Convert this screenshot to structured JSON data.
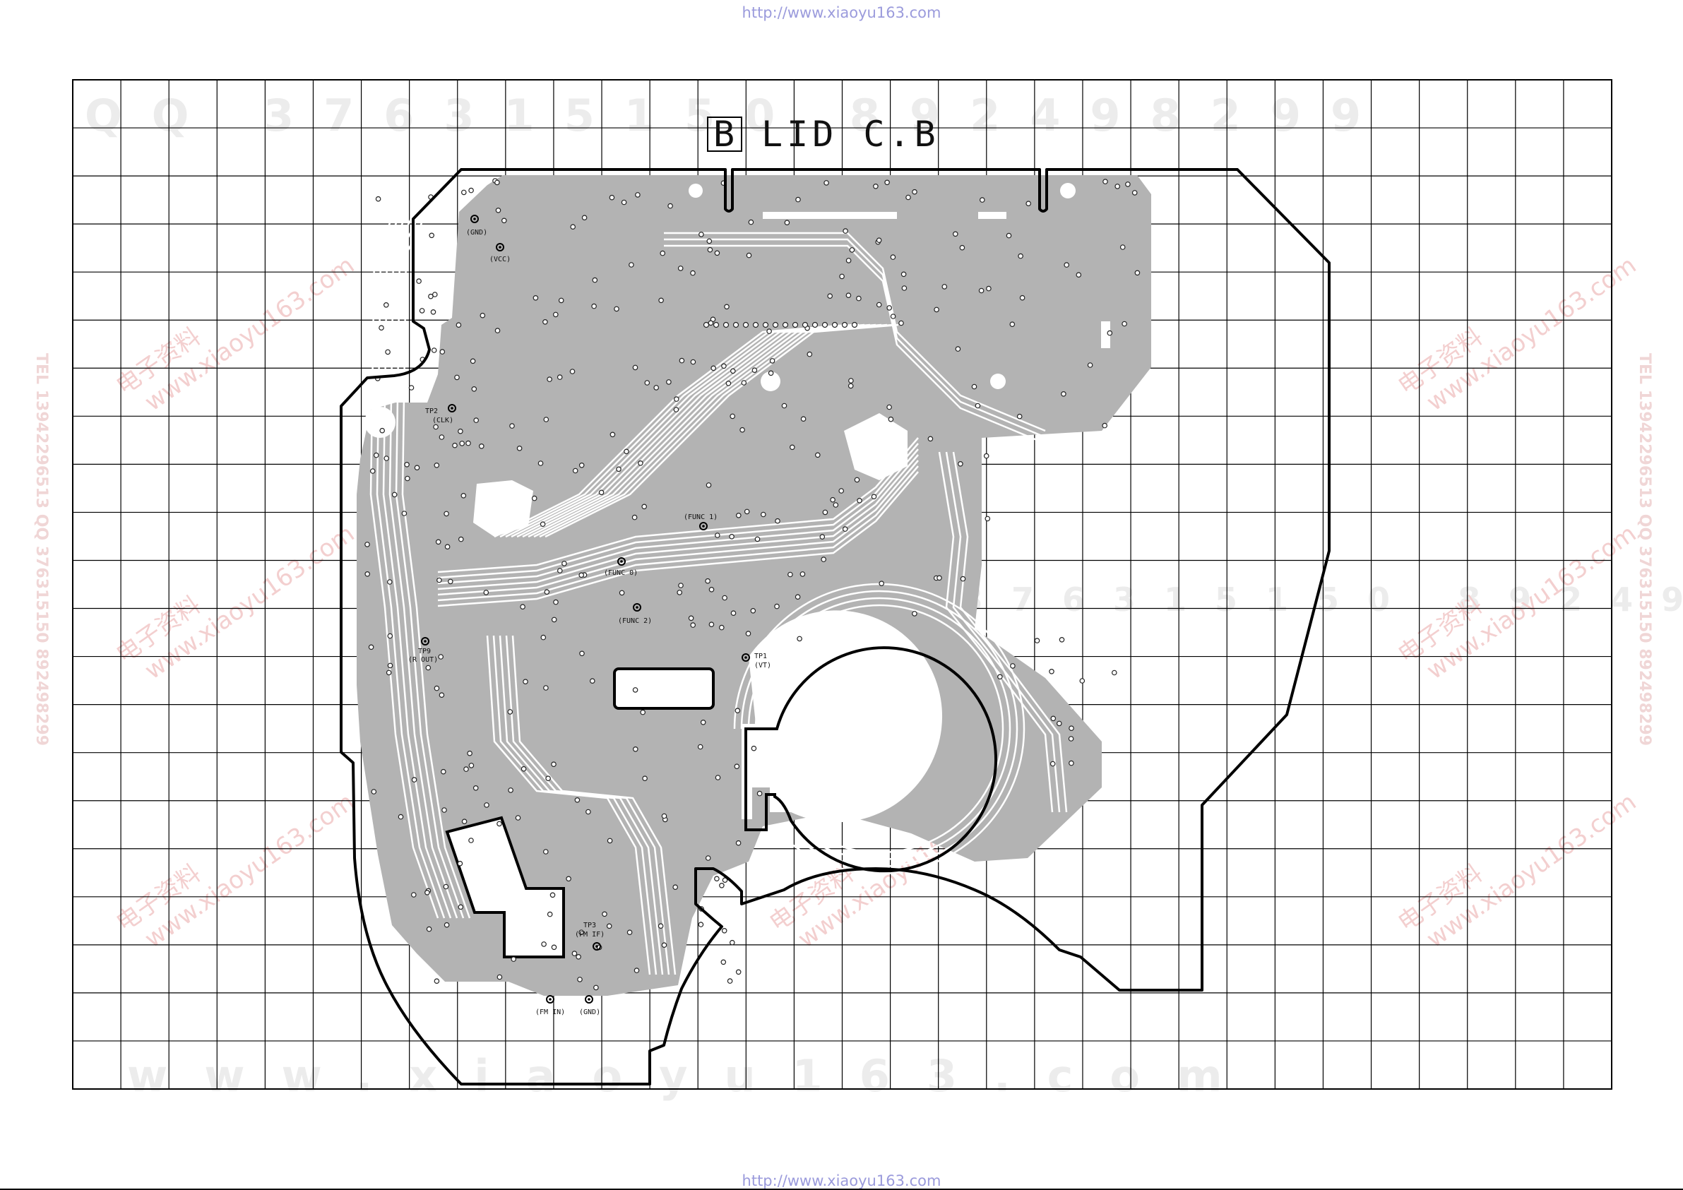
{
  "header": {
    "url": "http://www.xiaoyu163.com"
  },
  "footer": {
    "url": "http://www.xiaoyu163.com"
  },
  "title": {
    "letter": "B",
    "name": "LID C.B"
  },
  "test_points": [
    {
      "id": "gnd",
      "line1": "(GND)",
      "line2": ""
    },
    {
      "id": "vcc",
      "line1": "(VCC)",
      "line2": ""
    },
    {
      "id": "tp2",
      "line1": "TP2",
      "line2": "(CLK)"
    },
    {
      "id": "func1",
      "line1": "(FUNC 1)",
      "line2": ""
    },
    {
      "id": "func0",
      "line1": "(FUNC 0)",
      "line2": ""
    },
    {
      "id": "func2",
      "line1": "(FUNC 2)",
      "line2": ""
    },
    {
      "id": "tp9",
      "line1": "TP9",
      "line2": "(R OUT)"
    },
    {
      "id": "tp1",
      "line1": "TP1",
      "line2": "(VT)"
    },
    {
      "id": "tp3",
      "line1": "TP3",
      "line2": "(FM IF)"
    },
    {
      "id": "fmin",
      "line1": "(FM IN)",
      "line2": ""
    },
    {
      "id": "gnd2",
      "line1": "(GND)",
      "line2": ""
    }
  ],
  "watermarks": {
    "top_numbers": "QQ 376315150  892498299",
    "mid_numbers": "376315150  892498299",
    "bottom_site": "www.xiaoyu163.com",
    "diag_cn": "电子资料",
    "diag_url": "www.xiaoyu163.com",
    "side": "TEL 13942296513  QQ 376315150  892498299"
  },
  "colors": {
    "copper": "#b3b3b3",
    "outline": "#000000",
    "grid": "#000000"
  }
}
